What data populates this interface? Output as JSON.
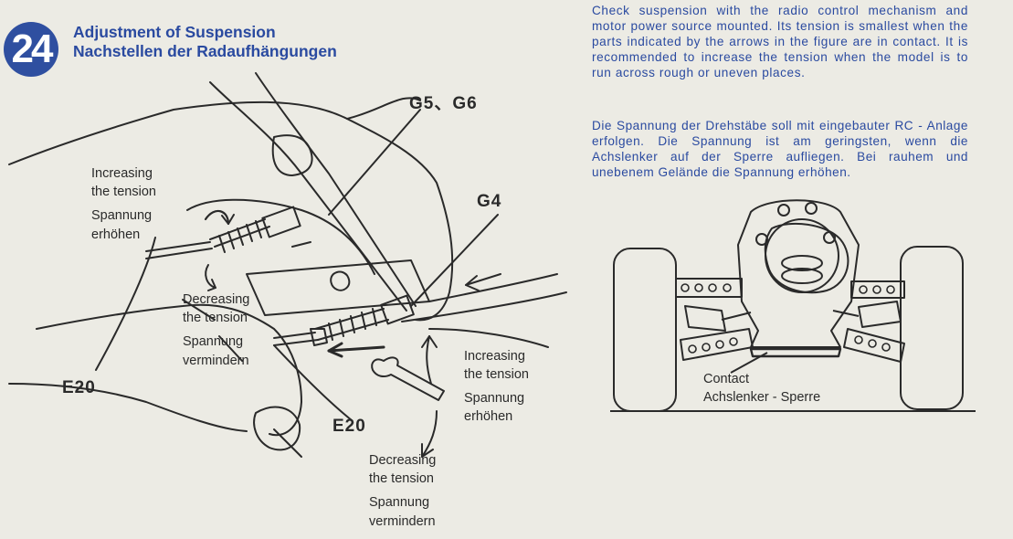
{
  "step": {
    "number": "24"
  },
  "title": {
    "english": "Adjustment of Suspension",
    "german": "Nachstellen der Radaufhängungen"
  },
  "instructions": {
    "english": "Check suspension with the radio control mechanism and motor power source mounted. Its tension is smallest when the parts indicated by the arrows in the figure are in contact. It is recommended to increase the tension when the model is to run across rough or uneven places.",
    "german": "Die Spannung der Drehstäbe soll mit eingebauter RC - Anlage erfolgen. Die Spannung ist am geringsten, wenn die Achslenker auf der Sperre aufliegen. Bei rauhem und unebenem Gelände die Spannung erhöhen."
  },
  "figure_left": {
    "part_g5_g6": "G5、G6",
    "part_g4": "G4",
    "part_e20_left": "E20",
    "part_e20_center": "E20",
    "increase_upper_en_1": "Increasing",
    "increase_upper_en_2": "the tension",
    "increase_upper_de_1": "Spannung",
    "increase_upper_de_2": "erhöhen",
    "decrease_mid_en_1": "Decreasing",
    "decrease_mid_en_2": "the tension",
    "decrease_mid_de_1": "Spannung",
    "decrease_mid_de_2": "vermindern",
    "increase_right_en_1": "Increasing",
    "increase_right_en_2": "the tension",
    "increase_right_de_1": "Spannung",
    "increase_right_de_2": "erhöhen",
    "decrease_bottom_en_1": "Decreasing",
    "decrease_bottom_en_2": "the tension",
    "decrease_bottom_de_1": "Spannung",
    "decrease_bottom_de_2": "vermindern"
  },
  "figure_right": {
    "contact_en": "Contact",
    "contact_de": "Achslenker - Sperre"
  },
  "colors": {
    "accent_blue": "#2a4aa0",
    "paper": "#ecebe4",
    "ink": "#222222"
  }
}
